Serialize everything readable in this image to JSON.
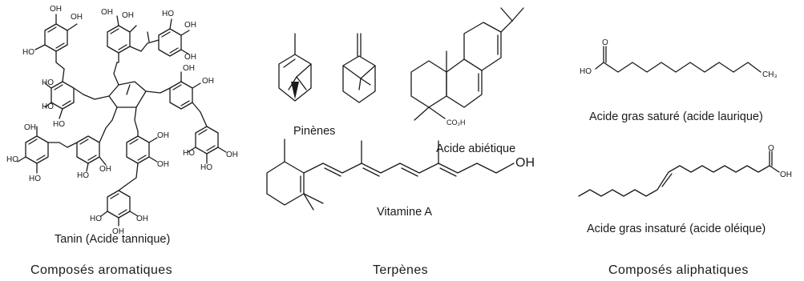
{
  "molecules": {
    "tanin": {
      "caption": "Tanin (Acide tannique)",
      "oh": "OH",
      "ho": "HO"
    },
    "pinenes": {
      "caption": "Pinènes"
    },
    "abietique": {
      "caption": "Acide abiétique",
      "co2h": "CO₂H"
    },
    "vitamine_a": {
      "caption": "Vitamine A",
      "oh": "OH"
    },
    "laurique": {
      "caption": "Acide gras saturé (acide laurique)",
      "o": "O",
      "ho": "HO",
      "ch3": "CH₃"
    },
    "oleique": {
      "caption": "Acide gras insaturé (acide oléique)",
      "o": "O",
      "oh": "OH"
    }
  },
  "categories": {
    "aromatiques": "Composés aromatiques",
    "terpenes": "Terpènes",
    "aliphatiques": "Composés aliphatiques"
  }
}
